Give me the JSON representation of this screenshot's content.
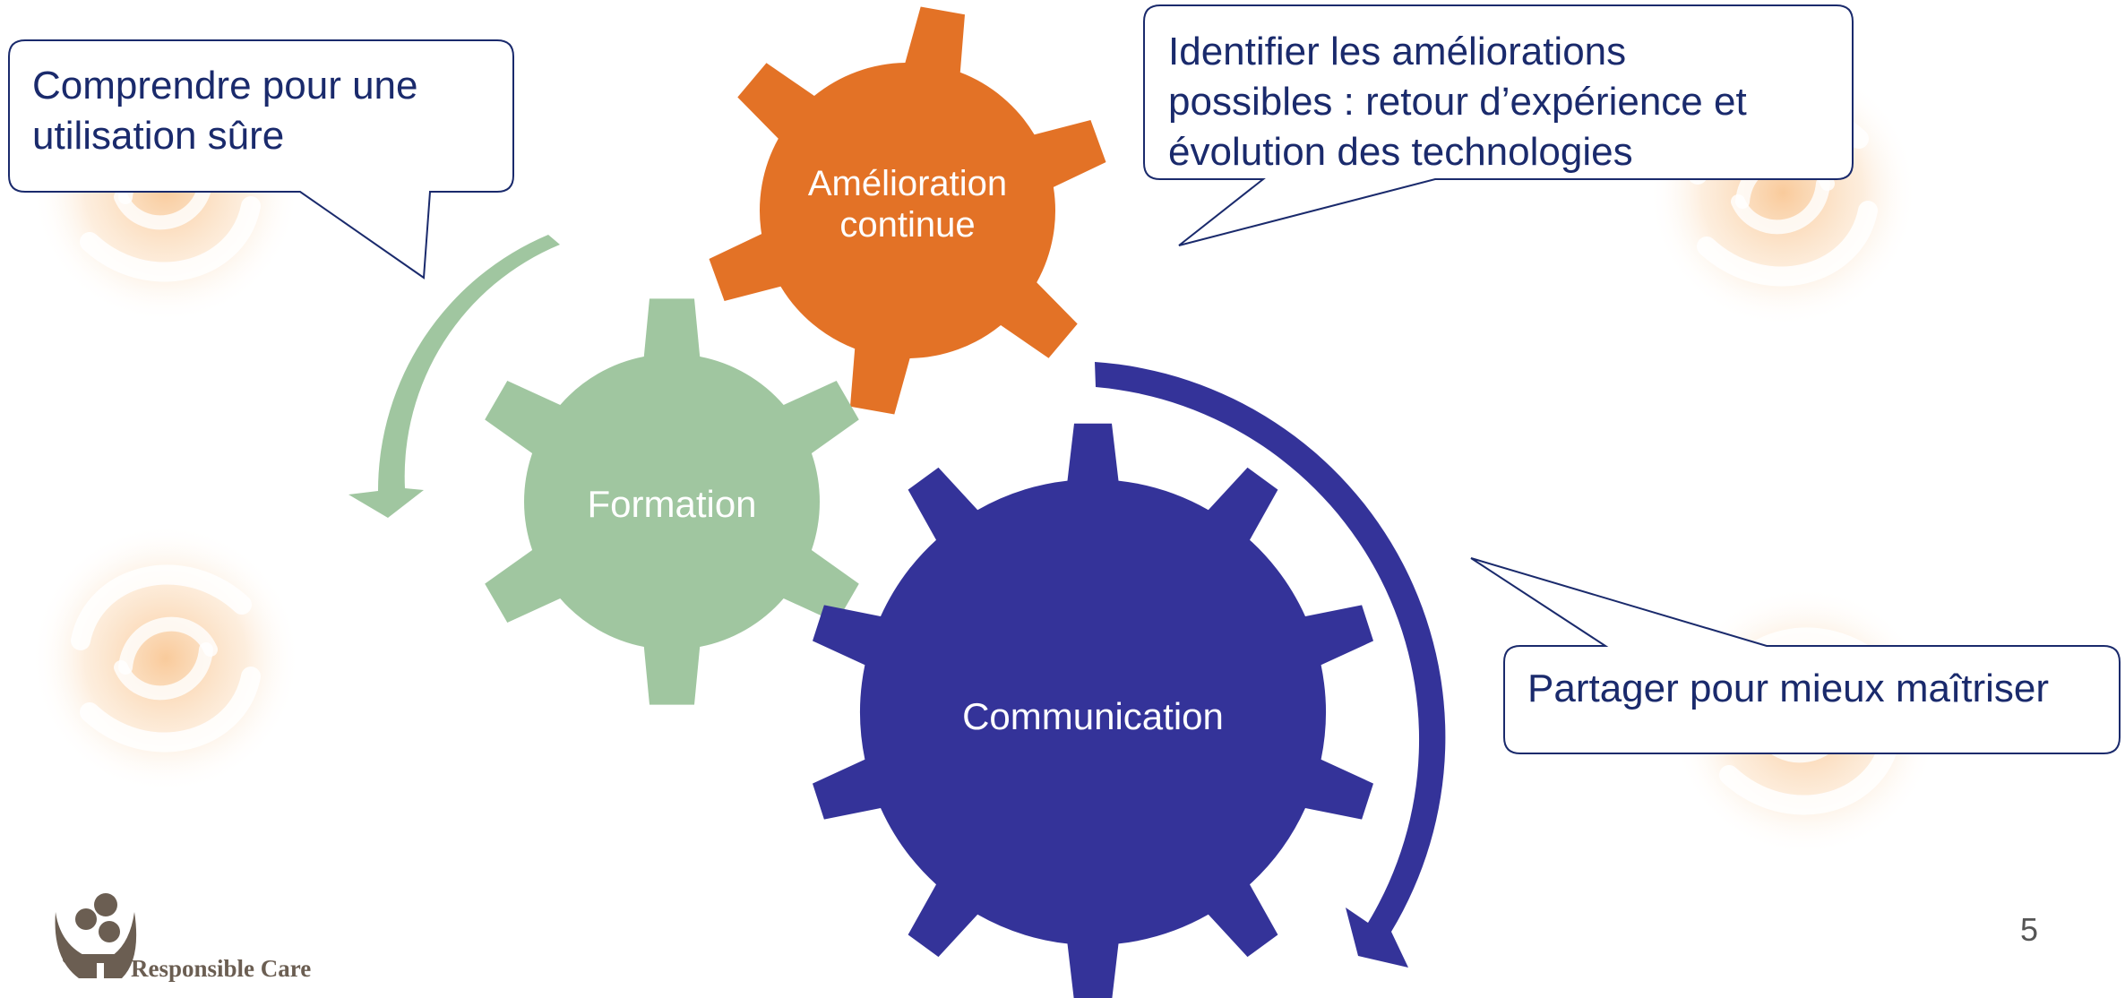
{
  "gears": {
    "amelioration": {
      "line1": "Amélioration",
      "line2": "continue",
      "color": "#E37226"
    },
    "formation": {
      "label": "Formation",
      "color": "#A0C6A0"
    },
    "communication": {
      "label": "Communication",
      "color": "#343399"
    }
  },
  "callouts": {
    "comprendre": {
      "line1": "Comprendre pour une",
      "line2": "utilisation sûre"
    },
    "identifier": {
      "line1": "Identifier les améliorations",
      "line2": "possibles : retour d’expérience et",
      "line3": "évolution des technologies"
    },
    "partager": {
      "line1": "Partager pour mieux maîtriser"
    }
  },
  "page_number": "5",
  "logo": {
    "text": "Responsible Care"
  },
  "colors": {
    "callout_text": "#1A2A6C",
    "watermark": "#F7B97A"
  }
}
